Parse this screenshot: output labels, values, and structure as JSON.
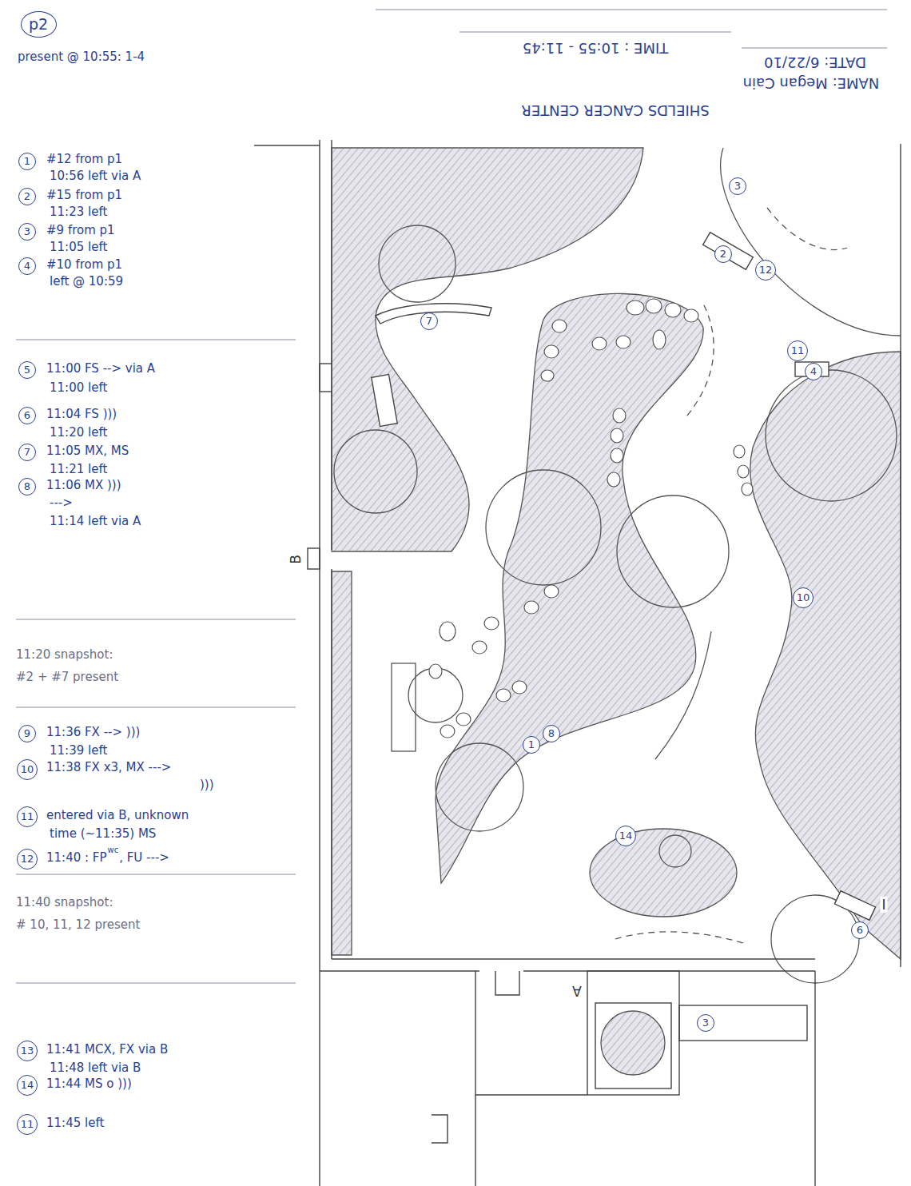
{
  "diagram": {
    "nodes": [
      {
        "text": [
          "p2"
        ]
      },
      {
        "text": [
          "1"
        ]
      },
      {
        "text": [
          "2"
        ]
      },
      {
        "text": [
          "3"
        ]
      },
      {
        "text": [
          "4"
        ]
      },
      {
        "text": [
          "5"
        ]
      },
      {
        "text": [
          "6"
        ]
      },
      {
        "text": [
          "7"
        ]
      },
      {
        "text": [
          "8"
        ]
      },
      {
        "text": [
          "9"
        ]
      },
      {
        "text": [
          "10"
        ]
      },
      {
        "text": [
          "11"
        ]
      },
      {
        "text": [
          "12"
        ]
      },
      {
        "text": [
          "13"
        ]
      },
      {
        "text": [
          "14"
        ]
      },
      {
        "text": [
          "11"
        ]
      },
      {
        "text": [
          "3"
        ]
      },
      {
        "text": [
          "2"
        ]
      },
      {
        "text": [
          "12"
        ]
      },
      {
        "text": [
          "7"
        ]
      },
      {
        "text": [
          "11"
        ]
      },
      {
        "text": [
          "4"
        ]
      },
      {
        "text": [
          "10"
        ]
      },
      {
        "text": [
          "8"
        ]
      },
      {
        "text": [
          "1"
        ]
      },
      {
        "text": [
          "14"
        ]
      },
      {
        "text": [
          "6"
        ]
      },
      {
        "text": [
          "3"
        ]
      }
    ],
    "labels": [
      "TIME : 10:55 - 11:45",
      "DATE: 6/22/10",
      "NAME: Megan Cain",
      "SHIELDS CANCER CENTER",
      "present @ 10:55: 1-4",
      "#12 from p1",
      "10:56 left via A",
      "#15 from p1",
      "11:23 left",
      "#9 from p1",
      "11:05 left",
      "#10 from p1",
      "left @ 10:59",
      "11:00 FS --> via A",
      "11:00 left",
      "11:04 FS )))",
      "11:20 left",
      "11:05 MX, MS",
      "11:21 left",
      "11:06 MX )))",
      "--->",
      "11:14 left via A",
      "11:20 snapshot:",
      "#2 + #7 present",
      "11:36 FX --> )))",
      "11:39 left",
      "11:38 FX x3, MX --->",
      ")))",
      "entered via B, unknown",
      "time (~11:35) MS",
      "11:40 : FP",
      "wc",
      ", FU --->",
      "11:40 snapshot:",
      "# 10, 11, 12 present",
      "11:41 MCX, FX via B",
      "11:48 left via B",
      "11:44 MS o )))",
      "11:45 left",
      "B",
      "I",
      "A"
    ]
  }
}
